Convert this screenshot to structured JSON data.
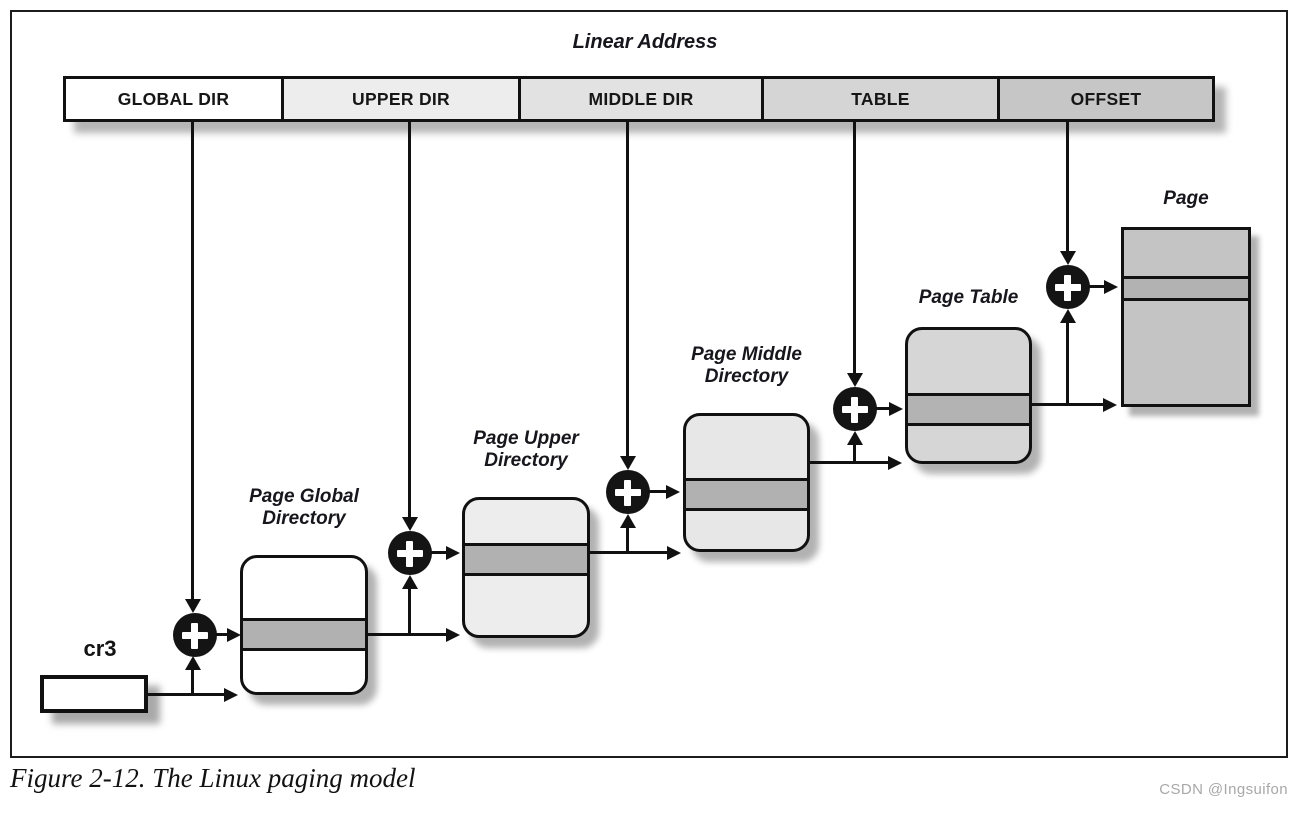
{
  "figure": {
    "linear_address_label": "Linear Address",
    "fields": [
      {
        "label": "GLOBAL DIR",
        "fill": "#ffffff"
      },
      {
        "label": "UPPER DIR",
        "fill": "#ededed"
      },
      {
        "label": "MIDDLE DIR",
        "fill": "#e2e2e2"
      },
      {
        "label": "TABLE",
        "fill": "#d5d5d5"
      },
      {
        "label": "OFFSET",
        "fill": "#c6c6c6"
      }
    ],
    "register": {
      "label": "cr3"
    },
    "tables": [
      {
        "name": "Page Global Directory",
        "fill": "#ffffff",
        "band_fill": "#b1b1b1"
      },
      {
        "name": "Page Upper Directory",
        "fill": "#ededed",
        "band_fill": "#b1b1b1"
      },
      {
        "name": "Page Middle Directory",
        "fill": "#e7e7e7",
        "band_fill": "#b1b1b1"
      },
      {
        "name": "Page Table",
        "fill": "#d6d6d6",
        "band_fill": "#b3b3b3"
      },
      {
        "name": "Page",
        "fill": "#c4c4c4",
        "band_fill": "#b2b2b2"
      }
    ],
    "add_operator": "+",
    "caption": "Figure 2-12. The Linux paging model",
    "watermark": "CSDN @Ingsuifon",
    "colors": {
      "line": "#111111",
      "text": "#141414",
      "shadow": "#b2b2b2",
      "watermark_gray": "#a8a8a8"
    }
  }
}
